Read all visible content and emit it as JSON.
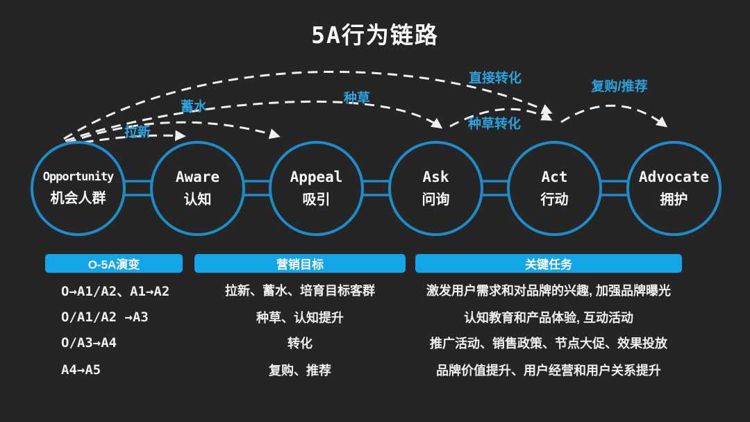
{
  "title": "5A行为链路",
  "flow": {
    "stages": [
      {
        "en": "Opportunity",
        "zh": "机会人群"
      },
      {
        "en": "Aware",
        "zh": "认知"
      },
      {
        "en": "Appeal",
        "zh": "吸引"
      },
      {
        "en": "Ask",
        "zh": "问询"
      },
      {
        "en": "Act",
        "zh": "行动"
      },
      {
        "en": "Advocate",
        "zh": "拥护"
      }
    ],
    "arrows": [
      {
        "label": "拉新",
        "from": "Opportunity",
        "to": "Aware"
      },
      {
        "label": "蓄水",
        "from": "Opportunity",
        "to": "Appeal"
      },
      {
        "label": "种草",
        "from": "Opportunity",
        "to": "Ask"
      },
      {
        "label": "直接转化",
        "from": "Opportunity",
        "to": "Act"
      },
      {
        "label": "种草转化",
        "from": "Ask",
        "to": "Act"
      },
      {
        "label": "复购/推荐",
        "from": "Act",
        "to": "Advocate"
      }
    ]
  },
  "table": {
    "headers": [
      "O-5A演变",
      "营销目标",
      "关键任务"
    ],
    "rows": [
      [
        "O→A1/A2、A1→A2",
        "拉新、蓄水、培育目标客群",
        "激发用户需求和对品牌的兴趣, 加强品牌曝光"
      ],
      [
        "O/A1/A2 →A3",
        "种草、认知提升",
        "认知教育和产品体验, 互动活动"
      ],
      [
        "O/A3→A4",
        "转化",
        "推广活动、销售政策、节点大促、效果投放"
      ],
      [
        "A4→A5",
        "复购、推荐",
        "品牌价值提升、用户经营和用户关系提升"
      ]
    ]
  },
  "colors": {
    "background": "#252525",
    "circle_stroke": "#1d8ccb",
    "header_pill": "#14a5e8",
    "arc_label": "#2ba3de",
    "dashed_arrow": "#f0f0f0",
    "text": "#f2f2f2"
  }
}
